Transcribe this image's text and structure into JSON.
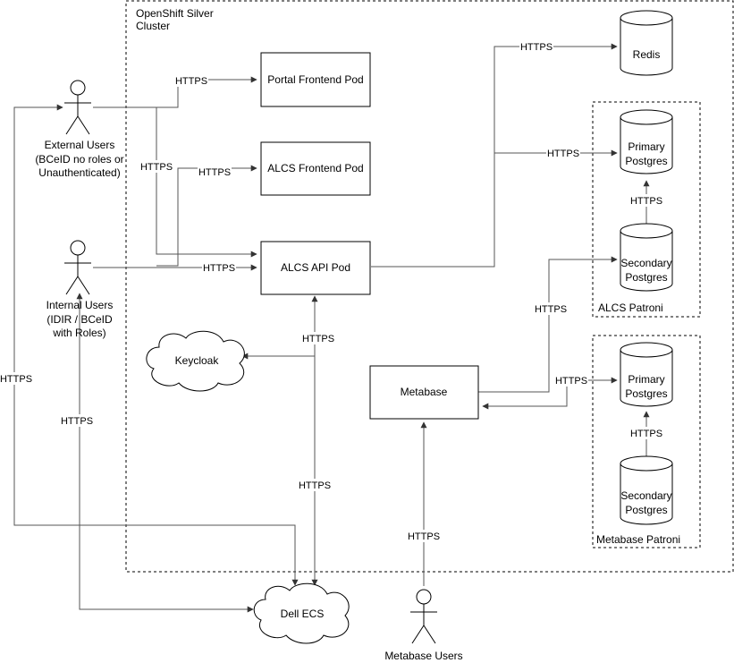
{
  "cluster": {
    "title_line1": "OpenShift Silver",
    "title_line2": "Cluster"
  },
  "groups": {
    "alcs_patroni": "ALCS Patroni",
    "metabase_patroni": "Metabase Patroni"
  },
  "actors": {
    "external_users": [
      "External Users",
      "(BCeID no roles or",
      "Unauthenticated)"
    ],
    "internal_users": [
      "Internal Users",
      "(IDIR / BCeID",
      "with Roles)"
    ],
    "metabase_users": "Metabase Users"
  },
  "pods": {
    "portal_frontend": "Portal Frontend Pod",
    "alcs_frontend": "ALCS Frontend Pod",
    "alcs_api": "ALCS API Pod",
    "metabase": "Metabase"
  },
  "databases": {
    "redis": "Redis",
    "alcs_primary": [
      "Primary",
      "Postgres"
    ],
    "alcs_secondary": [
      "Secondary",
      "Postgres"
    ],
    "metabase_primary": [
      "Primary",
      "Postgres"
    ],
    "metabase_secondary": [
      "Secondary",
      "Postgres"
    ]
  },
  "clouds": {
    "keycloak": "Keycloak",
    "dell_ecs": "Dell ECS"
  },
  "edge_label": "HTTPS"
}
